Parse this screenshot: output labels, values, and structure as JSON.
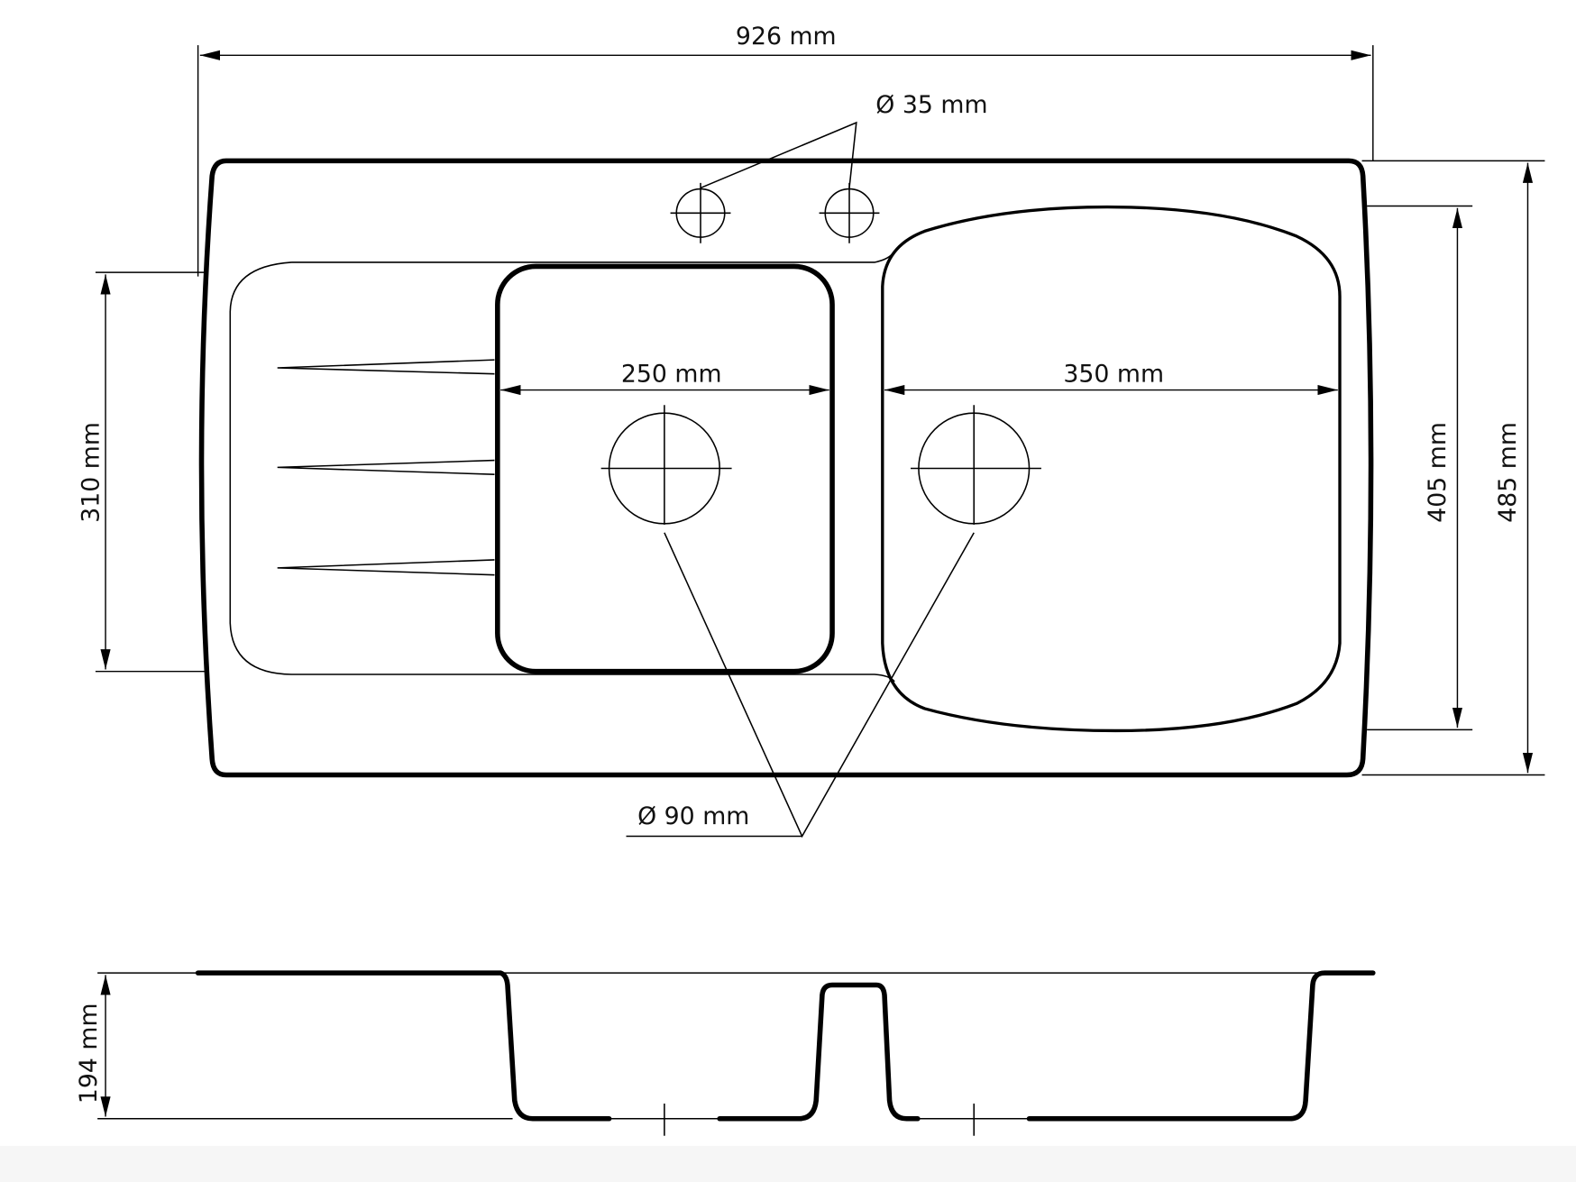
{
  "dimensions": {
    "overall_width": "926 mm",
    "tap_hole": "Ø 35 mm",
    "drainer_height": "310 mm",
    "small_bowl_width": "250 mm",
    "large_bowl_width": "350 mm",
    "bowl_depth_length": "405 mm",
    "overall_depth": "485 mm",
    "drain_hole": "Ø 90 mm",
    "bowl_depth": "194 mm"
  }
}
